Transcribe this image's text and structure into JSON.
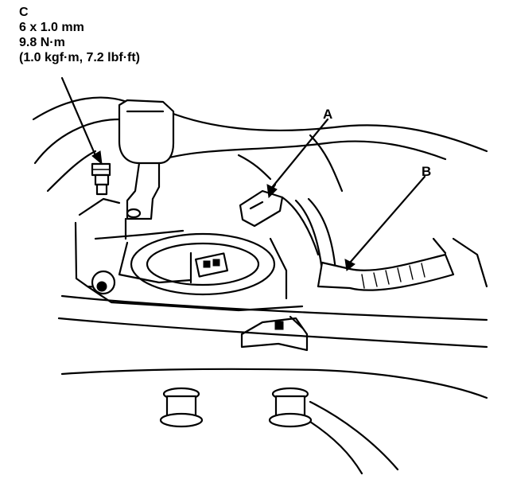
{
  "callout_c": {
    "letter": "C",
    "size": "6 x 1.0 mm",
    "torque_nm": "9.8 N·m",
    "torque_alt": "(1.0 kgf·m, 7.2 lbf·ft)"
  },
  "labels": {
    "a": "A",
    "b": "B"
  },
  "colors": {
    "ink": "#000000",
    "paper": "#ffffff"
  }
}
